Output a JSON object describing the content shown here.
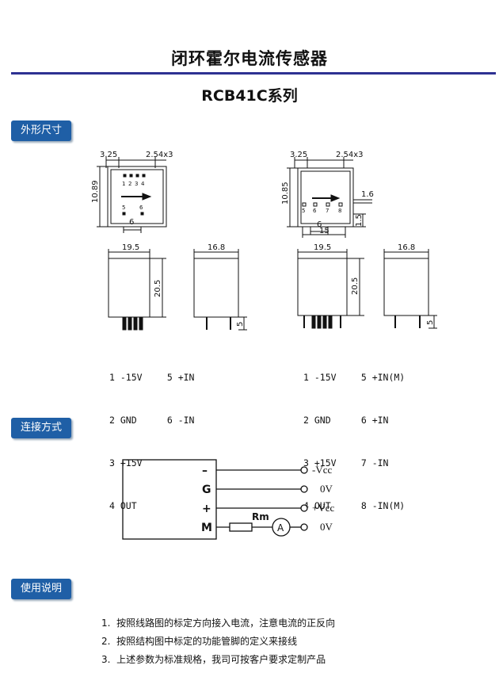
{
  "header": {
    "title": "闭环霍尔电流传感器",
    "series": "RCB41C系列"
  },
  "sections": {
    "dimensions": "外形尺寸",
    "connection": "连接方式",
    "usage": "使用说明"
  },
  "left_pkg": {
    "top_dims": [
      "3.25",
      "2.54x3",
      "10.89",
      "6"
    ],
    "top_pins": [
      "1",
      "2",
      "3",
      "4",
      "5",
      "6"
    ],
    "side_dims": [
      "19.5",
      "20.5",
      "16.8",
      "5"
    ],
    "pins": [
      {
        "num": "1",
        "name": "-15V"
      },
      {
        "num": "5",
        "name": "+IN"
      },
      {
        "num": "2",
        "name": "GND"
      },
      {
        "num": "6",
        "name": "-IN"
      },
      {
        "num": "3",
        "name": "+15V"
      },
      {
        "num": "4",
        "name": "OUT"
      }
    ]
  },
  "right_pkg": {
    "top_dims": [
      "3.25",
      "2.54x3",
      "10.85",
      "1.6",
      "6",
      "15",
      "1.5"
    ],
    "top_pins": [
      "5",
      "6",
      "7",
      "8"
    ],
    "side_dims": [
      "19.5",
      "20.5",
      "16.8",
      "5"
    ],
    "pins": [
      {
        "num": "1",
        "name": "-15V"
      },
      {
        "num": "5",
        "name": "+IN(M)"
      },
      {
        "num": "2",
        "name": "GND"
      },
      {
        "num": "6",
        "name": "+IN"
      },
      {
        "num": "3",
        "name": "+15V"
      },
      {
        "num": "7",
        "name": "-IN"
      },
      {
        "num": "4",
        "name": "OUT"
      },
      {
        "num": "8",
        "name": "-IN(M)"
      }
    ]
  },
  "circuit": {
    "terminals": [
      "–",
      "G",
      "+",
      "M"
    ],
    "outputs": [
      "-Vcc",
      "0V",
      "+Vcc",
      "0V"
    ],
    "resistor": "Rm",
    "meter": "A"
  },
  "notes": [
    "1.  按照线路图的标定方向接入电流，注意电流的正反向",
    "2.  按照结构图中标定的功能管脚的定义来接线",
    "3.  上述参数为标准规格，我司可按客户要求定制产品"
  ],
  "colors": {
    "accent": "#2e3192",
    "label_bg": "#1f5fa6"
  }
}
